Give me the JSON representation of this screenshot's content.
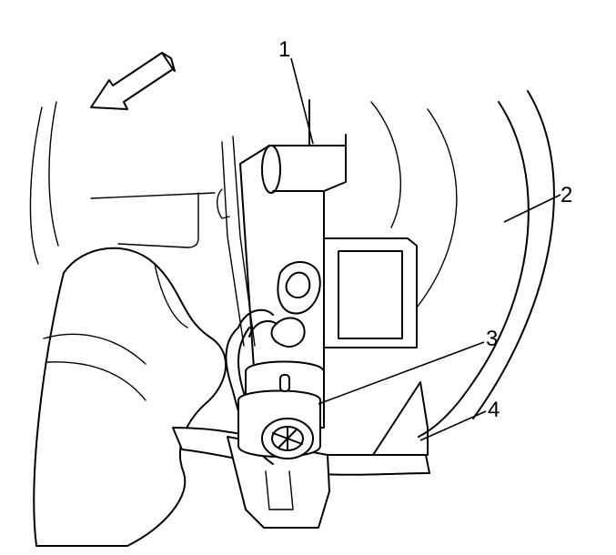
{
  "callouts": [
    {
      "id": "1",
      "label": "1"
    },
    {
      "id": "2",
      "label": "2"
    },
    {
      "id": "3",
      "label": "3"
    },
    {
      "id": "4",
      "label": "4"
    }
  ],
  "direction_arrow": {
    "icon": "forward-direction-arrow-icon"
  }
}
